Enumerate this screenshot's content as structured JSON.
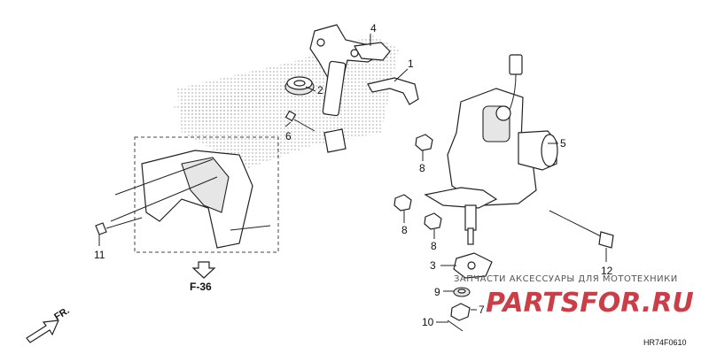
{
  "diagram": {
    "part_labels": {
      "p1": "1",
      "p2": "2",
      "p3": "3",
      "p4": "4",
      "p5": "5",
      "p6": "6",
      "p7": "7",
      "p8a": "8",
      "p8b": "8",
      "p8c": "8",
      "p9": "9",
      "p10": "10",
      "p11": "11",
      "p12": "12"
    },
    "ref_label": "F-36",
    "direction_label": "FR.",
    "diagram_code": "HR74F0610",
    "watermark": {
      "text": "ЗАПЧАСТИ АКСЕССУАРЫ ДЛЯ МОТОТЕХНИКИ",
      "logo": "PARTSFOR.RU"
    }
  }
}
